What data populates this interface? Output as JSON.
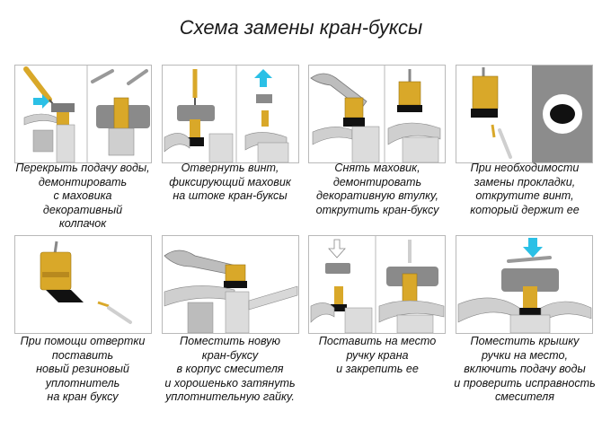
{
  "title": "Схема замены кран-буксы",
  "steps": [
    {
      "lines": [
        "Перекрыть подачу воды,",
        "демонтировать",
        "с маховика",
        "декоративный",
        "колпачок"
      ]
    },
    {
      "lines": [
        "Отвернуть винт,",
        "фиксирующий маховик",
        "на штоке кран-буксы"
      ]
    },
    {
      "lines": [
        "Снять маховик,",
        "демонтировать",
        "декоративную втулку,",
        "открутить кран-буксу"
      ]
    },
    {
      "lines": [
        "При необходимости",
        "замены прокладки,",
        "открутите винт,",
        "который держит ее"
      ]
    },
    {
      "lines": [
        "При помощи отвертки",
        "поставить",
        "новый резиновый",
        "уплотнитель",
        "на кран буксу"
      ]
    },
    {
      "lines": [
        "Поместить новую",
        "кран-буксу",
        "в корпус смесителя",
        "и хорошенько затянуть",
        "уплотнительную гайку."
      ]
    },
    {
      "lines": [
        "Поставить на место",
        "ручку крана",
        "и закрепить ее"
      ]
    },
    {
      "lines": [
        "Поместить крышку",
        "ручки на место,",
        "включить подачу воды",
        "и проверить исправность",
        "смесителя"
      ]
    }
  ],
  "colors": {
    "brass": "#d9a829",
    "cyan": "#2bc0e6",
    "rubber": "#111111",
    "gray": "#8a8a8a",
    "steel": "#cfcfcf"
  }
}
